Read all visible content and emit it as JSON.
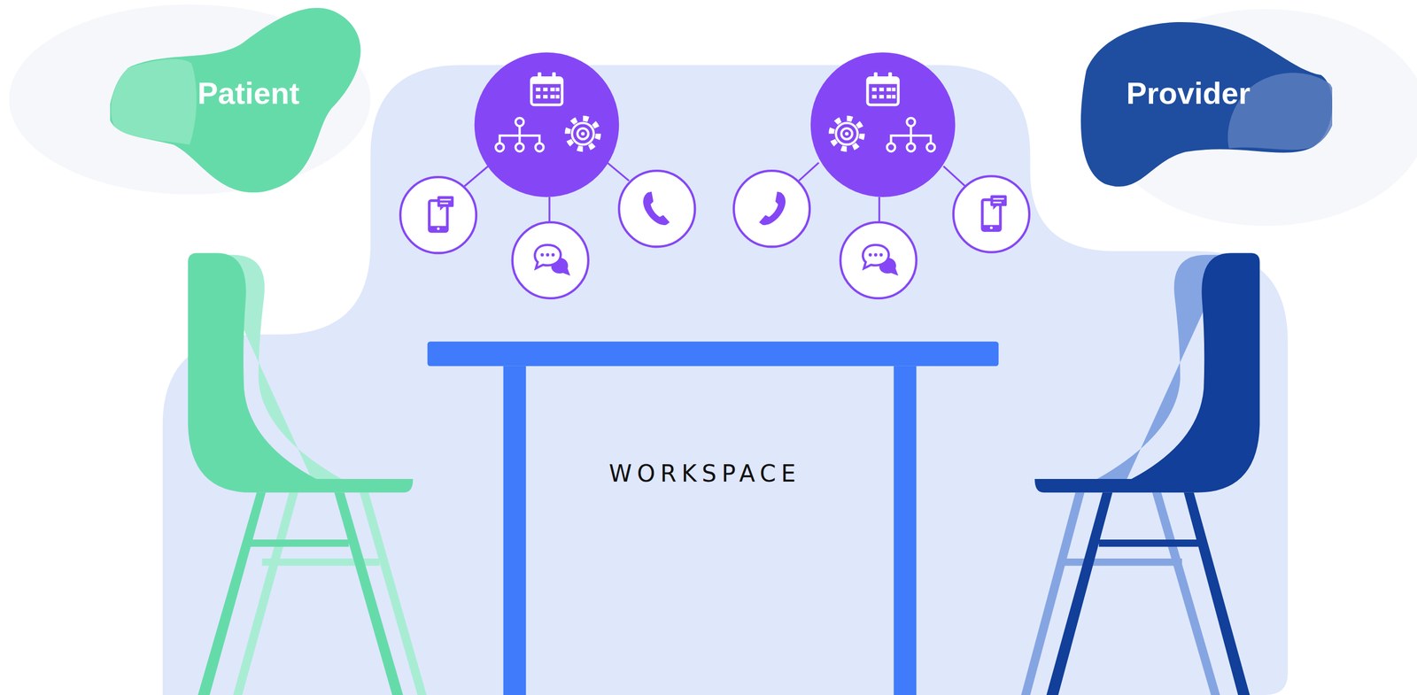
{
  "diagram": {
    "nodes": [
      {
        "text": [
          "Patient"
        ]
      },
      {
        "text": [
          "Provider"
        ]
      }
    ],
    "labels": [
      "WORKSPACE"
    ]
  }
}
